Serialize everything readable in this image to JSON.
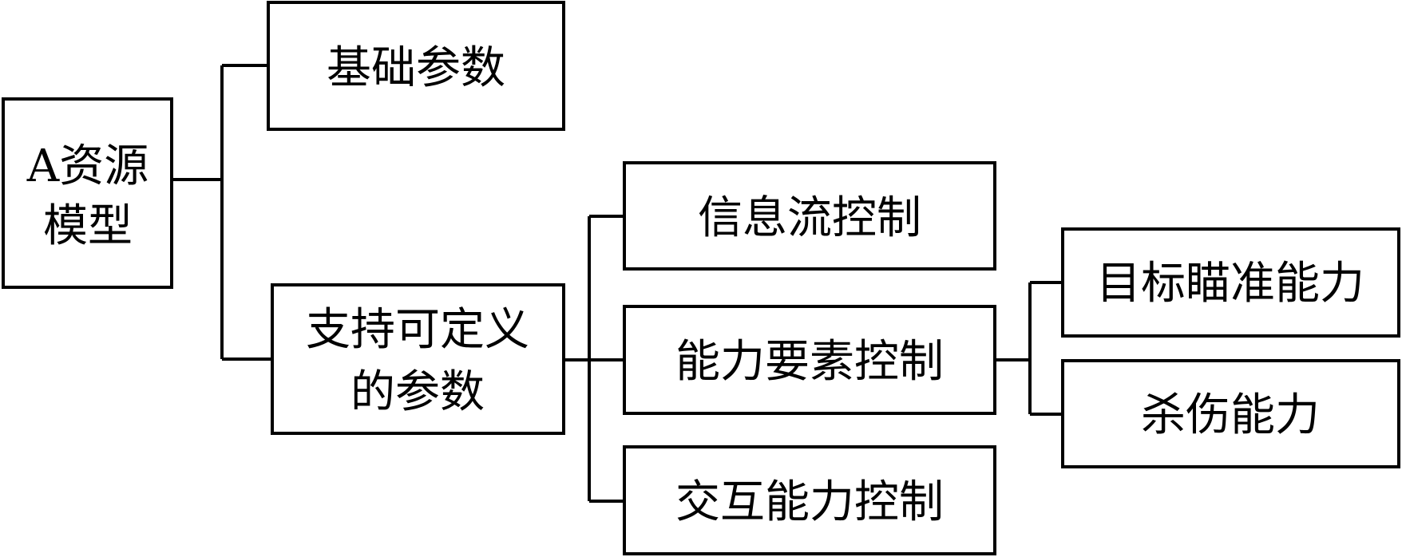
{
  "nodes": {
    "root": {
      "lines": [
        "A资源",
        "模型"
      ]
    },
    "basic_params": {
      "lines": [
        "基础参数"
      ]
    },
    "custom_params": {
      "lines": [
        "支持可定义",
        "的参数"
      ]
    },
    "info_flow": {
      "lines": [
        "信息流控制"
      ]
    },
    "capability": {
      "lines": [
        "能力要素控制"
      ]
    },
    "interaction": {
      "lines": [
        "交互能力控制"
      ]
    },
    "targeting": {
      "lines": [
        "目标瞄准能力"
      ]
    },
    "lethality": {
      "lines": [
        "杀伤能力"
      ]
    }
  },
  "colors": {
    "stroke": "#000000",
    "background": "#ffffff",
    "text": "#000000"
  }
}
